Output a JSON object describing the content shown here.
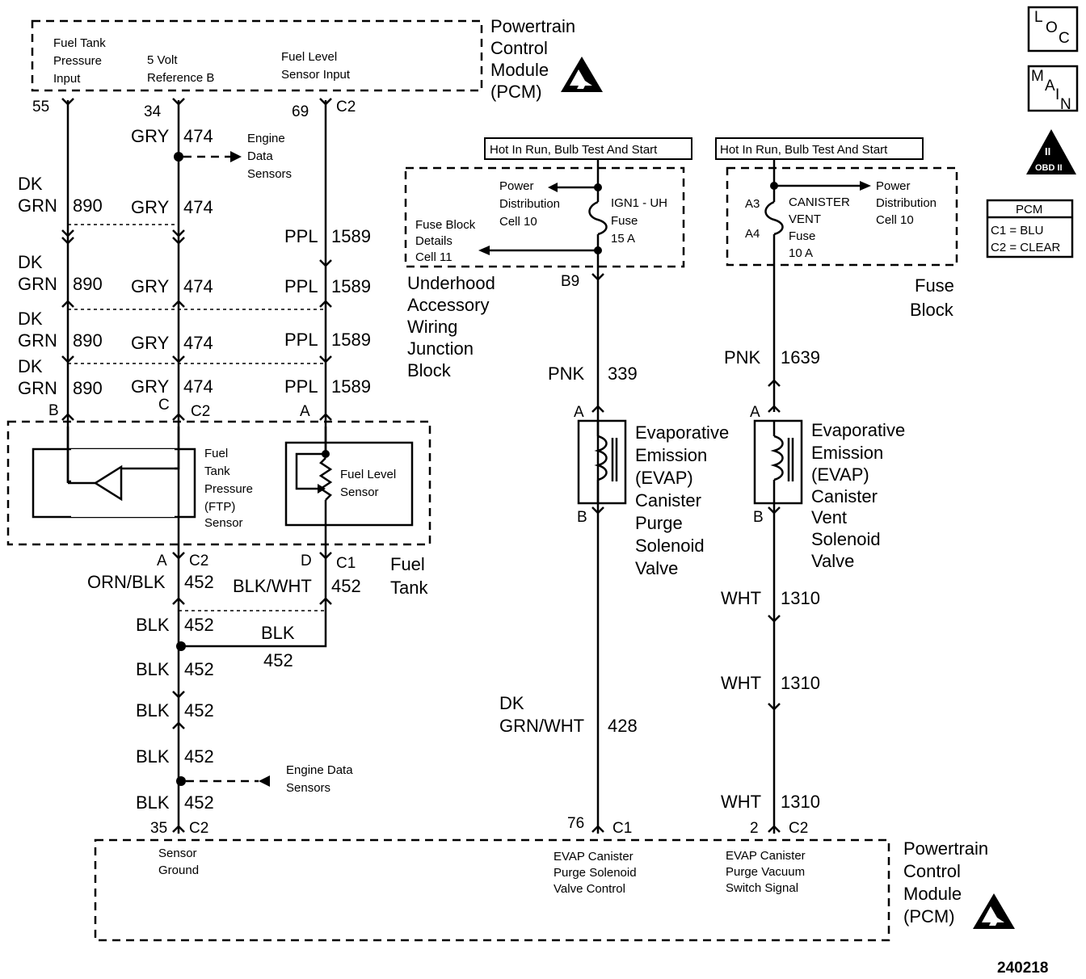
{
  "pcm_top": {
    "name": [
      "Powertrain",
      "Control",
      "Module",
      "(PCM)"
    ],
    "fuel_tank_pressure_input": [
      "Fuel Tank",
      "Pressure",
      "Input"
    ],
    "ref_5v": [
      "5 Volt",
      "Reference B"
    ],
    "fuel_level_input": [
      "Fuel Level",
      "Sensor Input"
    ],
    "pin_55": "55",
    "pin_34": "34",
    "pin_69": "69",
    "conn_c2": "C2"
  },
  "wires": {
    "gry": "GRY",
    "c474": "474",
    "dk": "DK",
    "grn": "GRN",
    "c890": "890",
    "ppl": "PPL",
    "c1589": "1589",
    "orn_blk": "ORN/BLK",
    "blk_wht": "BLK/WHT",
    "blk": "BLK",
    "c452": "452",
    "pnk": "PNK",
    "c339": "339",
    "c1639": "1639",
    "grn_wht": "GRN/WHT",
    "c428": "428",
    "wht": "WHT",
    "c1310": "1310"
  },
  "engine_data_sensors_top": [
    "Engine",
    "Data",
    "Sensors"
  ],
  "engine_data_sensors_bottom": [
    "Engine Data",
    "Sensors"
  ],
  "fuel_tank": {
    "label": [
      "Fuel",
      "Tank"
    ],
    "ftp_sensor": [
      "Fuel",
      "Tank",
      "Pressure",
      "(FTP)",
      "Sensor"
    ],
    "fuel_level_sensor": [
      "Fuel Level",
      "Sensor"
    ],
    "pin_b": "B",
    "pin_c": "C",
    "pin_a": "A",
    "pin_d": "D",
    "conn_c2": "C2",
    "conn_c1": "C1"
  },
  "hot_in_run_1": "Hot In Run, Bulb Test And Start",
  "hot_in_run_2": "Hot In Run, Bulb Test And Start",
  "ub_fuse": {
    "power_dist": [
      "Power",
      "Distribution",
      "Cell 10"
    ],
    "fuse_block_details": [
      "Fuse Block",
      "Details",
      "Cell 11"
    ],
    "fuse_name": [
      "IGN1 - UH",
      "Fuse",
      "15 A"
    ],
    "pin_b9": "B9",
    "block_name": [
      "Underhood",
      "Accessory",
      "Wiring",
      "Junction",
      "Block"
    ]
  },
  "fb_fuse": {
    "pin_a3": "A3",
    "pin_a4": "A4",
    "fuse_name": [
      "CANISTER",
      "VENT",
      "Fuse",
      "10 A"
    ],
    "power_dist": [
      "Power",
      "Distribution",
      "Cell 10"
    ],
    "block_name": [
      "Fuse",
      "Block"
    ]
  },
  "purge_solenoid": {
    "label": [
      "Evaporative",
      "Emission",
      "(EVAP)",
      "Canister",
      "Purge",
      "Solenoid",
      "Valve"
    ],
    "pin_a": "A",
    "pin_b": "B"
  },
  "vent_solenoid": {
    "label": [
      "Evaporative",
      "Emission",
      "(EVAP)",
      "Canister",
      "Vent",
      "Solenoid",
      "Valve"
    ],
    "pin_a": "A",
    "pin_b": "B"
  },
  "pcm_bottom": {
    "pin_35": "35",
    "conn_c2": "C2",
    "pin_76": "76",
    "conn_c1": "C1",
    "pin_2": "2",
    "sensor_ground": [
      "Sensor",
      "Ground"
    ],
    "purge_ctrl": [
      "EVAP Canister",
      "Purge  Solenoid",
      "Valve Control"
    ],
    "vacuum_switch": [
      "EVAP Canister",
      "Purge  Vacuum",
      "Switch Signal"
    ],
    "name": [
      "Powertrain",
      "Control",
      "Module",
      "(PCM)"
    ]
  },
  "legend": {
    "loc": [
      "L",
      "O",
      "C"
    ],
    "main": [
      "M",
      "A",
      "I",
      "N"
    ],
    "esd_badge": [
      "II",
      "OBD II"
    ],
    "pcm_title": "PCM",
    "c1": "C1 = BLU",
    "c2": "C2 = CLEAR"
  },
  "diagram_id": "240218"
}
